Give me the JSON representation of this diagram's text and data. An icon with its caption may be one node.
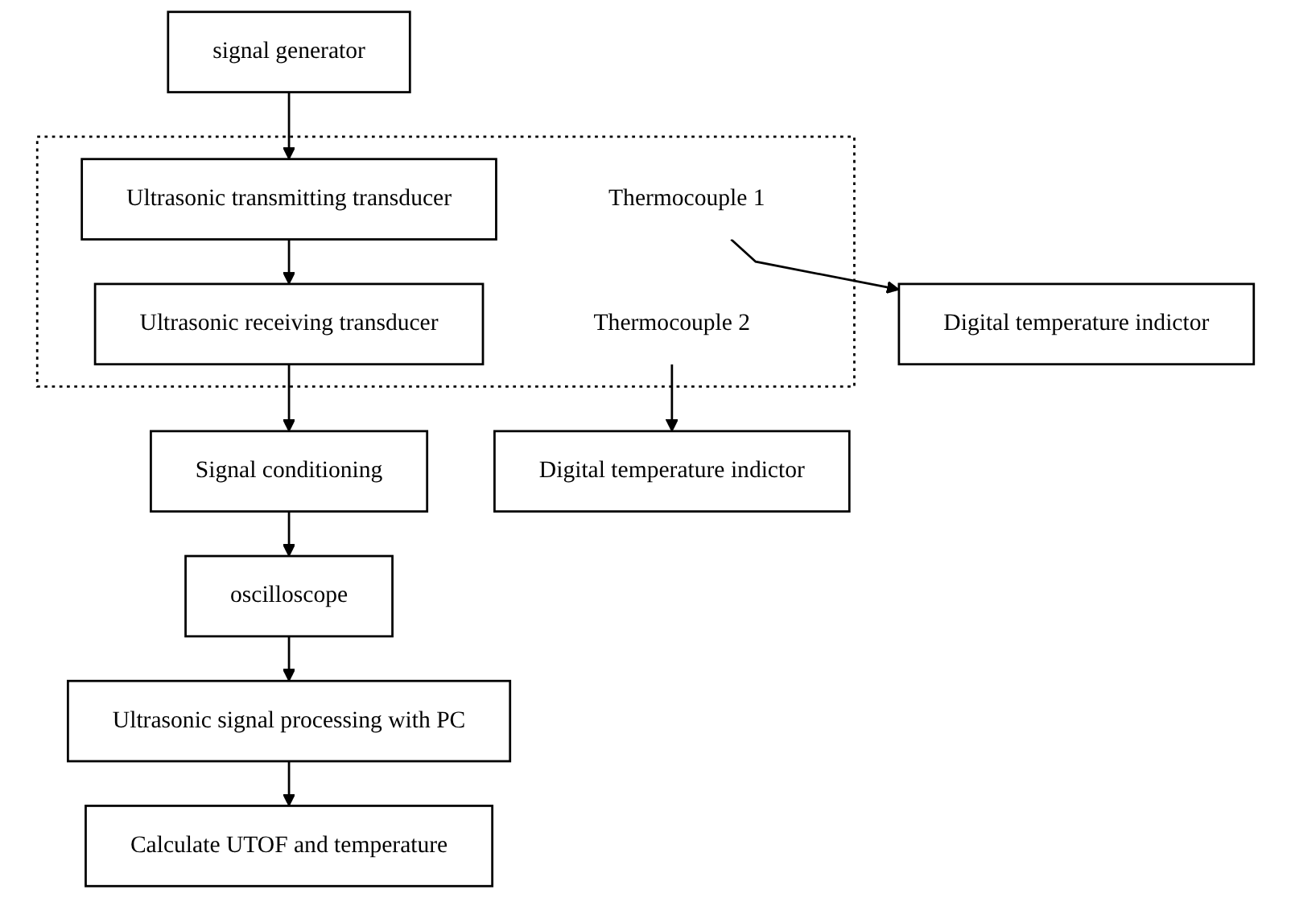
{
  "diagram": {
    "nodes": [
      {
        "text": [
          "signal generator"
        ]
      },
      {
        "text": [],
        "shape": "box"
      },
      {
        "text": [
          "Ultrasonic transmitting transducer"
        ],
        "in": 1
      },
      {
        "text": [
          "Thermocouple 1"
        ],
        "in": 1
      },
      {
        "text": [
          "Thermocouple 2"
        ],
        "in": 1
      },
      {
        "text": [
          "Ultrasonic receiving transducer"
        ],
        "in": 1
      },
      {
        "text": [
          "Digital temperature indictor"
        ]
      },
      {
        "text": [
          "Digital temperature indictor"
        ]
      },
      {
        "text": [
          "Signal conditioning"
        ]
      },
      {
        "text": [
          "oscilloscope"
        ]
      },
      {
        "text": [
          "Ultrasonic signal processing with PC"
        ]
      },
      {
        "text": [
          "Calculate UTOF and temperature"
        ]
      }
    ],
    "edges": [
      {
        "from": 0,
        "to": 2,
        "arrow": "to"
      },
      {
        "from": 2,
        "to": 5,
        "arrow": "to"
      },
      {
        "from": 3,
        "to": 6,
        "arrow": "to"
      },
      {
        "from": 4,
        "to": 7,
        "arrow": "to"
      },
      {
        "from": 5,
        "to": 8,
        "arrow": "to"
      },
      {
        "from": 8,
        "to": 9,
        "arrow": "to"
      },
      {
        "from": 9,
        "to": 10,
        "arrow": "to"
      },
      {
        "from": 10,
        "to": 11,
        "arrow": "to"
      }
    ]
  }
}
